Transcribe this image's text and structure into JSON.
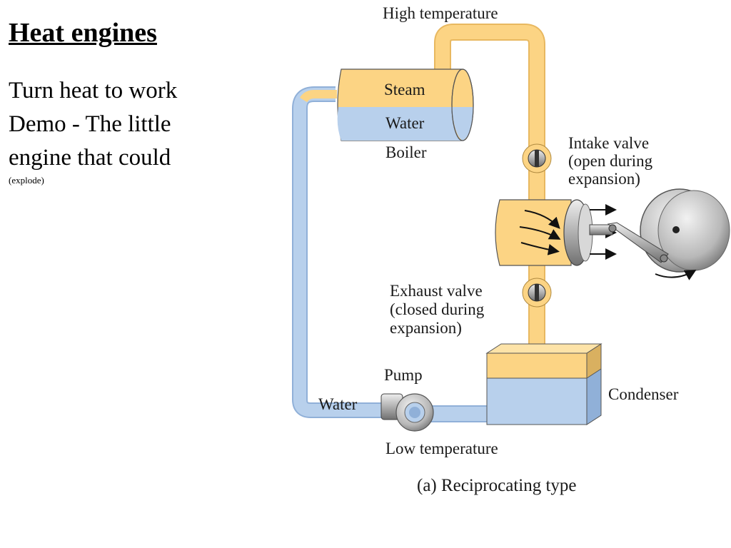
{
  "slide": {
    "title": "Heat engines",
    "body_lines": [
      "Turn heat to work",
      "Demo - The little",
      "engine that could"
    ],
    "small_note": "(explode)"
  },
  "diagram": {
    "labels": {
      "high_temperature": "High temperature",
      "steam": "Steam",
      "water_boiler": "Water",
      "boiler": "Boiler",
      "intake_valve_1": "Intake valve",
      "intake_valve_2": "(open during",
      "intake_valve_3": "expansion)",
      "exhaust_valve_1": "Exhaust valve",
      "exhaust_valve_2": "(closed during",
      "exhaust_valve_3": "expansion)",
      "pump": "Pump",
      "water_pipe": "Water",
      "condenser": "Condenser",
      "low_temperature": "Low temperature",
      "caption": "(a)  Reciprocating type"
    },
    "colors": {
      "steam": "#fcd484",
      "steam_dark": "#e8b860",
      "water": "#b8d0ec",
      "water_dark": "#90b0d8",
      "metal": "#b8b8b8",
      "metal_dark": "#6a6a6a"
    }
  }
}
